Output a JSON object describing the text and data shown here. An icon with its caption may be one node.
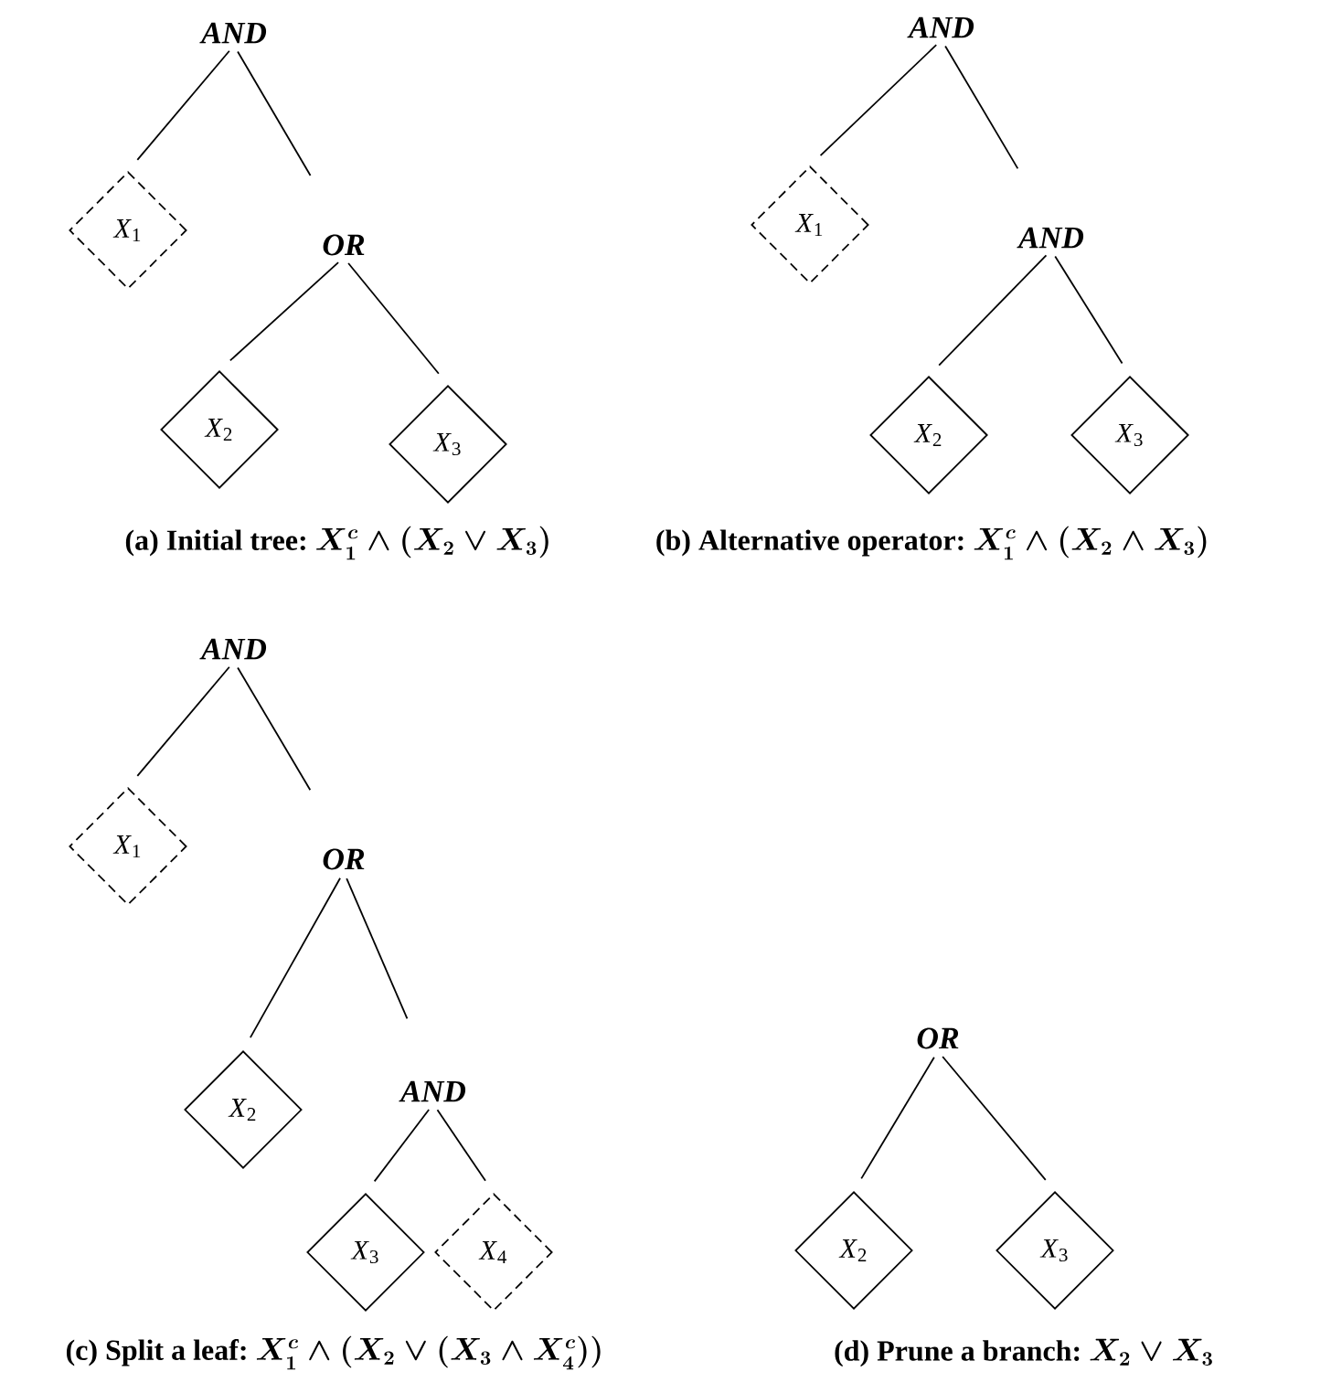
{
  "diagram": {
    "nodes": [
      {
        "text": [
          "AND"
        ]
      },
      {
        "text": [
          "*X*$_{1}$"
        ]
      },
      {
        "text": [
          "OR"
        ]
      },
      {
        "text": [
          "*X*$_{2}$"
        ]
      },
      {
        "text": [
          "*X*$_{3}$"
        ]
      },
      {
        "text": [
          "AND"
        ]
      },
      {
        "text": [
          "*X*$_{1}$"
        ]
      },
      {
        "text": [
          "AND"
        ]
      },
      {
        "text": [
          "*X*$_{2}$"
        ]
      },
      {
        "text": [
          "*X*$_{3}$"
        ]
      },
      {
        "text": [
          "AND"
        ]
      },
      {
        "text": [
          "*X*$_{1}$"
        ]
      },
      {
        "text": [
          "OR"
        ]
      },
      {
        "text": [
          "*X*$_{2}$"
        ]
      },
      {
        "text": [
          "AND"
        ]
      },
      {
        "text": [
          "*X*$_{3}$"
        ]
      },
      {
        "text": [
          "*X*$_{4}$"
        ]
      },
      {
        "text": [
          "OR"
        ]
      },
      {
        "text": [
          "*X*$_{2}$"
        ]
      },
      {
        "text": [
          "*X*$_{3}$"
        ]
      }
    ],
    "edges": [
      {
        "from": 0,
        "to": 1,
        "arrow": "none"
      },
      {
        "from": 0,
        "to": 2,
        "arrow": "none"
      },
      {
        "from": 2,
        "to": 3,
        "arrow": "none"
      },
      {
        "from": 2,
        "to": 4,
        "arrow": "none"
      },
      {
        "from": 5,
        "to": 6,
        "arrow": "none"
      },
      {
        "from": 5,
        "to": 7,
        "arrow": "none"
      },
      {
        "from": 7,
        "to": 8,
        "arrow": "none"
      },
      {
        "from": 7,
        "to": 9,
        "arrow": "none"
      },
      {
        "from": 10,
        "to": 11,
        "arrow": "none"
      },
      {
        "from": 10,
        "to": 12,
        "arrow": "none"
      },
      {
        "from": 12,
        "to": 13,
        "arrow": "none"
      },
      {
        "from": 12,
        "to": 14,
        "arrow": "none"
      },
      {
        "from": 14,
        "to": 15,
        "arrow": "none"
      },
      {
        "from": 14,
        "to": 16,
        "arrow": "none"
      },
      {
        "from": 17,
        "to": 18,
        "arrow": "none"
      },
      {
        "from": 17,
        "to": 19,
        "arrow": "none"
      }
    ],
    "labels": [
      "(a) Initial tree:",
      "X_1^c\\wedge(X_2\\vee X_3)",
      "(b) Alternative operator:",
      "X_1^c\\wedge(X_2\\wedge X_3)",
      "(c) Split a leaf:",
      "X_1^c\\wedge\\big(X_2 \\vee (X_3 \\wedge X_4^c)\\big)",
      "(d) Prune a branch:",
      "X_2\\vee X_3"
    ]
  }
}
